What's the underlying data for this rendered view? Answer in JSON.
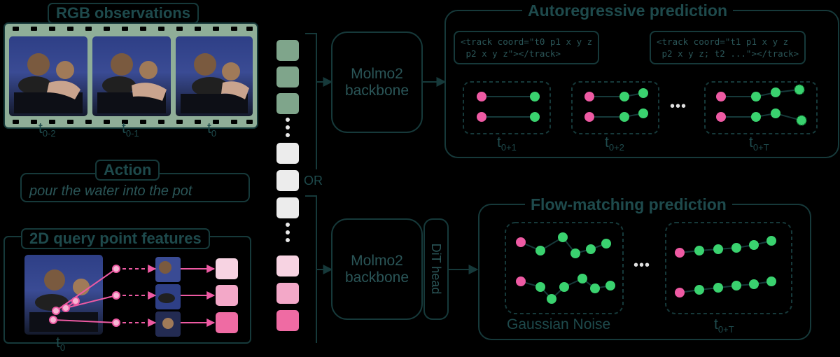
{
  "rgb": {
    "title": "RGB observations",
    "frame_labels": [
      {
        "base": "t",
        "sub": "0-2"
      },
      {
        "base": "t",
        "sub": "0-1"
      },
      {
        "base": "t",
        "sub": "0"
      }
    ]
  },
  "action": {
    "title": "Action",
    "text": "pour the water into the pot"
  },
  "query": {
    "title": "2D query point features",
    "frame_label": {
      "base": "t",
      "sub": "0"
    }
  },
  "or_label": "OR",
  "ar": {
    "title": "Autoregressive prediction",
    "backbone": "Molmo2\nbackbone",
    "code1": "<track coord=\"t0 p1 x y z\n p2 x y z\"></track>",
    "code2": "<track coord=\"t1 p1 x y z\n p2 x y z; t2 ...\"></track>",
    "steps": [
      {
        "base": "t",
        "sub": "0+1"
      },
      {
        "base": "t",
        "sub": "0+2"
      },
      {
        "base": "t",
        "sub": "0+T"
      }
    ],
    "ellipsis": "•••"
  },
  "fm": {
    "title": "Flow-matching prediction",
    "backbone": "Molmo2\nbackbone",
    "head": "DiT head",
    "noise_label": "Gaussian Noise",
    "step": {
      "base": "t",
      "sub": "0+T"
    },
    "ellipsis": "•••"
  },
  "colors": {
    "frame_green": "#8fae98",
    "token_green": "#7fa58b",
    "token_white": "#ececec",
    "pink_light": "#f7d3e2",
    "pink_mid": "#f3a8c8",
    "pink_strong": "#ef6ba3",
    "dot_pink": "#ee5aa3",
    "dot_green": "#3ad26f",
    "outline": "#16393a",
    "text": "#1e4a4c"
  }
}
